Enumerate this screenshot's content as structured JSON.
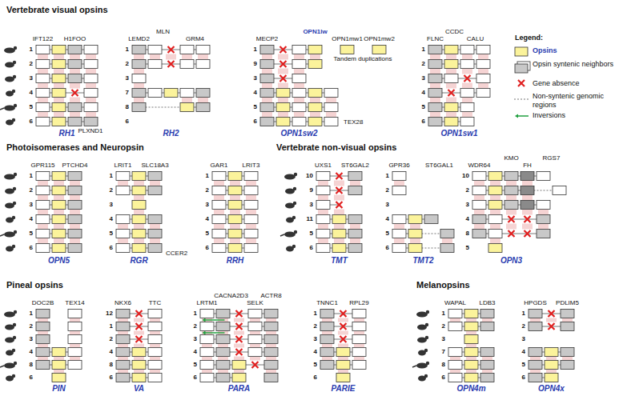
{
  "diagram": {
    "labels": [
      "Vertebrate visual opsins",
      "Photoisomerases and Neuropsin",
      "Vertebrate non-visual opsins",
      "Pineal opsins",
      "Melanopsins",
      "Legend:",
      "IFT122",
      "H1FOO",
      "1",
      "2",
      "3",
      "4",
      "5",
      "6",
      "RH1",
      "PLXND1",
      "LEMD2",
      "MLN",
      "GRM4",
      "1",
      "2",
      "3",
      "7",
      "8",
      "6",
      "RH2",
      "MECP2",
      "OPN1lw",
      "OPN1mw1",
      "OPN1mw2",
      "1",
      "9",
      "3",
      "4",
      "5",
      "6",
      "OPN1sw2",
      "Tandem duplications",
      "TEX28",
      "FLNC",
      "CCDC",
      "CALU",
      "1",
      "2",
      "3",
      "4",
      "5",
      "6",
      "OPN1sw1",
      "GPR115",
      "PTCHD4",
      "1",
      "2",
      "3",
      "4",
      "5",
      "6",
      "OPN5",
      "LRIT1",
      "SLC18A3",
      "1",
      "2",
      "3",
      "4",
      "5",
      "6",
      "RGR",
      "CCER2",
      "GAR1",
      "LRIT3",
      "1",
      "2",
      "3",
      "4",
      "5",
      "6",
      "RRH",
      "UXS1",
      "ST6GAL2",
      "10",
      "9",
      "3",
      "11",
      "5",
      "6",
      "TMT",
      "GPR36",
      "ST6GAL1",
      "1",
      "2",
      "3",
      "4",
      "5",
      "6",
      "TMT2",
      "WDR64",
      "KMO",
      "FH",
      "RGS7",
      "10",
      "2",
      "3",
      "4",
      "8",
      "5",
      "OPN3",
      "DOC2B",
      "TEX14",
      "1",
      "2",
      "3",
      "4",
      "8",
      "6",
      "PIN",
      "NKX6",
      "TTC",
      "12",
      "1",
      "2",
      "4",
      "8",
      "6",
      "VA",
      "LRTM1",
      "CACNA2D3",
      "SELK",
      "ACTR8",
      "1",
      "2",
      "3",
      "4",
      "5",
      "6",
      "PARA",
      "TNNC1",
      "RPL29",
      "1",
      "2",
      "3",
      "4",
      "5",
      "6",
      "PARIE",
      "WAPAL",
      "LDB3",
      "1",
      "2",
      "3",
      "7",
      "8",
      "6",
      "OPN4m",
      "HPGDS",
      "PDLIM5",
      "1",
      "2",
      "3",
      "4",
      "5",
      "6",
      "OPN4x"
    ],
    "legend": [
      {
        "text": "Opsins",
        "color": "#fbf39b"
      },
      {
        "text": "Opsin syntenic neighbors"
      },
      {
        "text": "Gene absence"
      },
      {
        "text": "Non-syntenic genomic regions"
      },
      {
        "text": "Inversions"
      }
    ]
  }
}
